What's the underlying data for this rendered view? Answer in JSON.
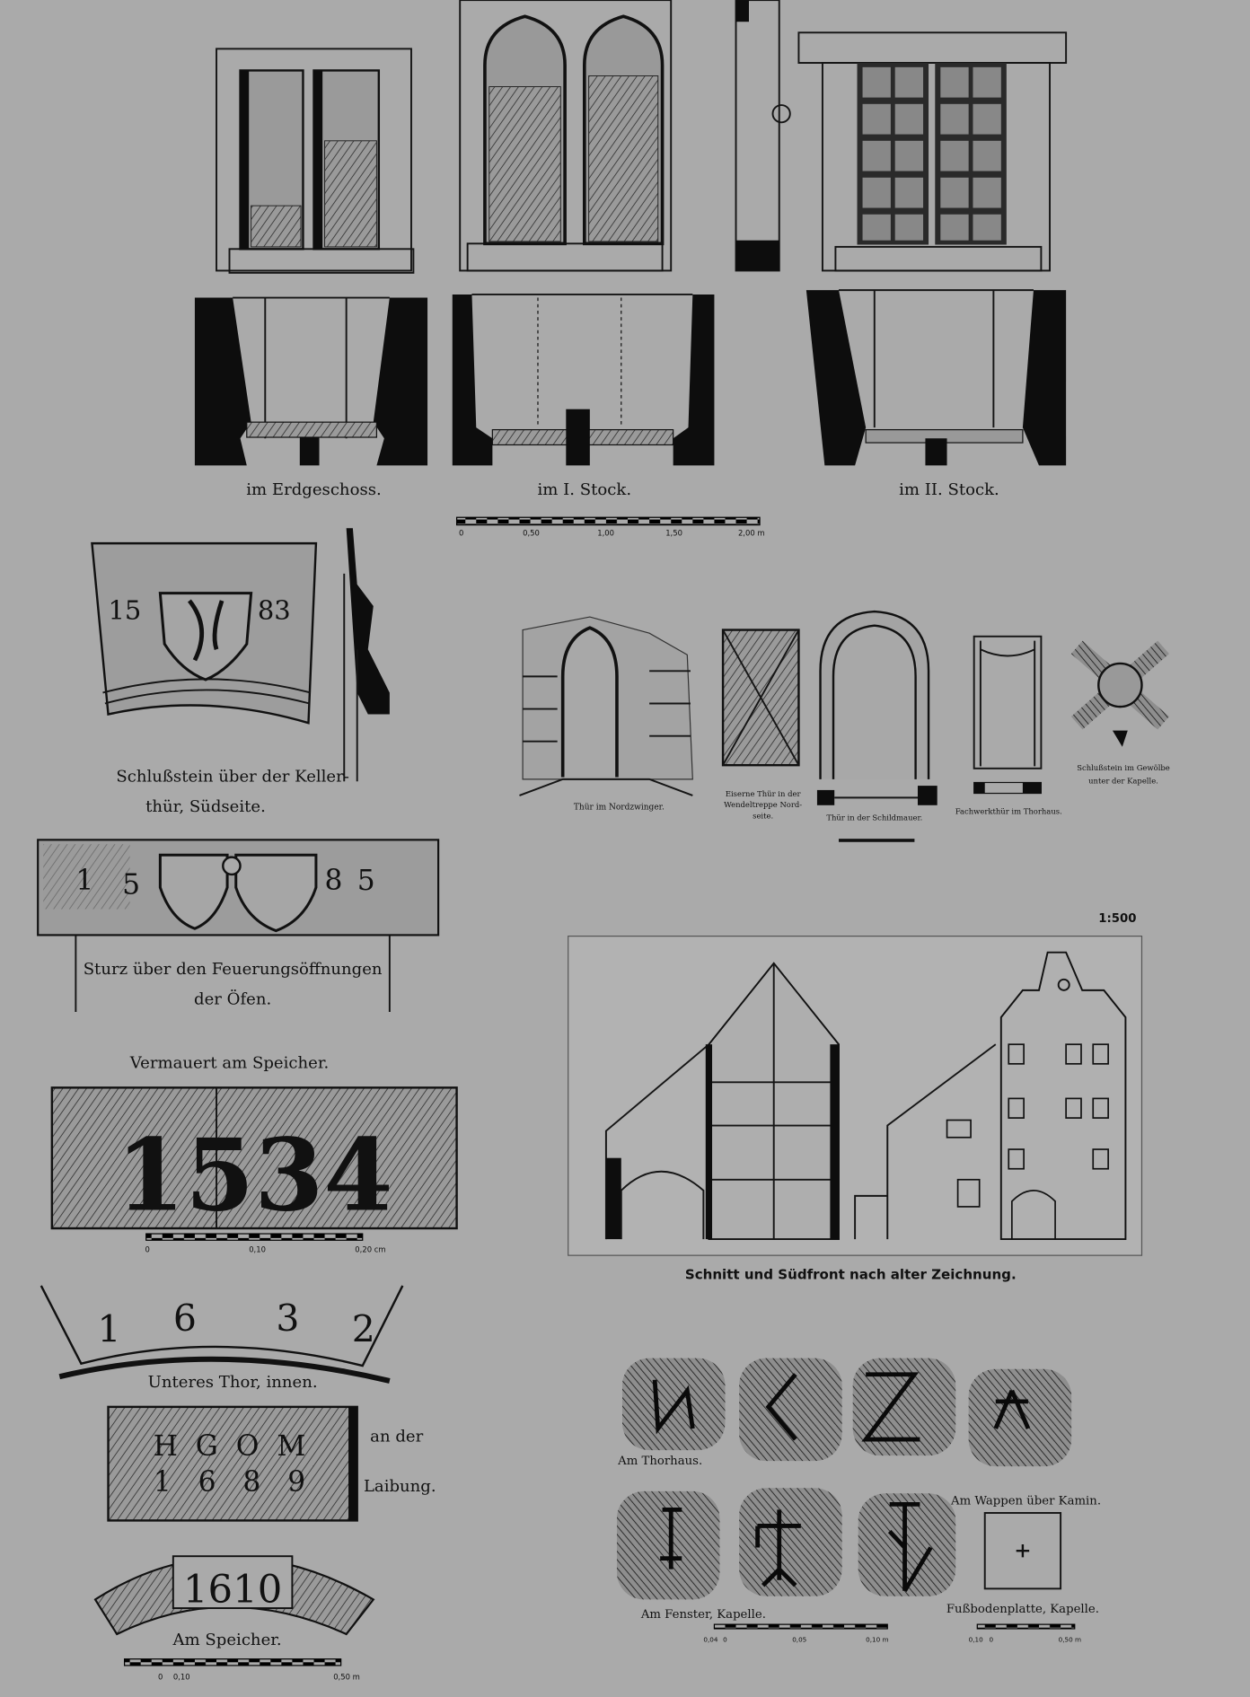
{
  "plans": {
    "ground": "im Erdgeschoss.",
    "first": "im I. Stock.",
    "second": "im II. Stock.",
    "scale": [
      "0",
      "0,50",
      "1,00",
      "1,50",
      "2,00 m"
    ]
  },
  "keystone": {
    "year_left": "15",
    "year_right": "83",
    "caption_1": "Schlußstein über der Keller-",
    "caption_2": "thür, Südseite."
  },
  "doors": {
    "d1": "Thür im Nordzwinger.",
    "d2a": "Eiserne Thür in der",
    "d2b": "Wendeltreppe Nord-",
    "d2c": "seite.",
    "d3": "Thür in der Schildmauer.",
    "d4": "Fachwerkthür im Thorhaus.",
    "d5a": "Schlußstein im Gewölbe",
    "d5b": "unter der Kapelle."
  },
  "lintel": {
    "digits": [
      "1",
      "5",
      "8",
      "5"
    ],
    "caption_1": "Sturz über den Feuerungsöffnungen",
    "caption_2": "der Öfen."
  },
  "section": {
    "scale_ratio": "1:500",
    "caption": "Schnitt und Südfront nach alter Zeichnung."
  },
  "speicher1534": {
    "title": "Vermauert am Speicher.",
    "year": "1534",
    "scale": [
      "0",
      "0,10",
      "0,20 cm"
    ]
  },
  "thor1632": {
    "digits": [
      "1",
      "6",
      "3",
      "2"
    ],
    "caption": "Unteres Thor, innen."
  },
  "laibung": {
    "line1": "H  G  O  M",
    "line2": "1   6   8   9",
    "caption_1": "an der",
    "caption_2": "Laibung."
  },
  "speicher1610": {
    "year": "1610",
    "caption": "Am Speicher.",
    "scale": [
      "0",
      "0,10",
      "0,50 m"
    ]
  },
  "marks": {
    "thorhaus": "Am Thorhaus.",
    "wappen": "Am Wappen über Kamin.",
    "fenster": "Am Fenster, Kapelle.",
    "boden": "Fußbodenplatte, Kapelle.",
    "scale_a": [
      "0,04",
      "0",
      "0,05",
      "0,10 m"
    ],
    "scale_b": [
      "0,10",
      "0",
      "0,50 m"
    ]
  }
}
